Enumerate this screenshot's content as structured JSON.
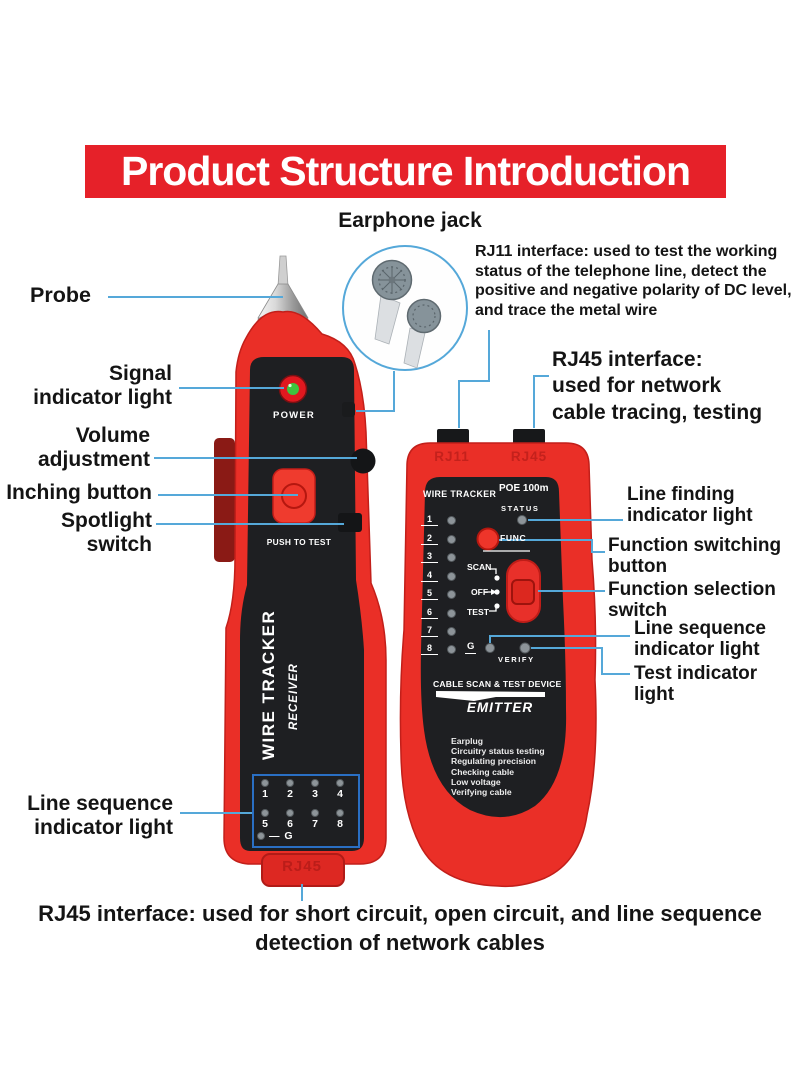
{
  "header": {
    "title": "Product Structure Introduction"
  },
  "labels": {
    "earphone_jack": "Earphone jack",
    "probe": "Probe",
    "signal_indicator": "Signal\nindicator light",
    "volume": "Volume\nadjustment",
    "inching": "Inching button",
    "spotlight": "Spotlight\nswitch",
    "rj11_info": "RJ11 interface: used to test the working\nstatus of the telephone line, detect the\npositive and negative polarity of DC level,\nand trace the metal wire",
    "rj45_info": "RJ45 interface:\nused for network\ncable tracing, testing",
    "line_finding": "Line finding\nindicator light",
    "function_switching": "Function switching\nbutton",
    "function_selection": "Function selection\nswitch",
    "line_sequence_right": "Line sequence\nindicator light",
    "test_indicator": "Test indicator light",
    "line_sequence_left": "Line sequence\nindicator light",
    "bottom_note": "RJ45 interface: used for short circuit, open circuit, and line sequence\ndetection of network cables"
  },
  "receiver": {
    "power": "POWER",
    "push_to_test": "PUSH TO TEST",
    "name": "WIRE TRACKER",
    "role": "RECEIVER",
    "grid": {
      "row1": [
        "1",
        "2",
        "3",
        "4"
      ],
      "row2": [
        "5",
        "6",
        "7",
        "8"
      ],
      "ground": "— G"
    },
    "port": "RJ45"
  },
  "emitter": {
    "ports": [
      "RJ11",
      "RJ45"
    ],
    "name": "WIRE TRACKER",
    "poe": "POE 100m",
    "status": "STATUS",
    "func": "FUNC",
    "modes": [
      "SCAN",
      "OFF",
      "TEST"
    ],
    "channels": [
      "1",
      "2",
      "3",
      "4",
      "5",
      "6",
      "7",
      "8"
    ],
    "ground": "G",
    "verify": "VERIFY",
    "device_line": "CABLE SCAN & TEST DEVICE",
    "role": "EMITTER",
    "features": [
      "Earplug",
      "Circuitry status testing",
      "Regulating precision",
      "Checking cable",
      "Low voltage",
      "Verifying cable"
    ]
  },
  "colors": {
    "banner_red": "#e62129",
    "device_red": "#ea2f27",
    "panel_black": "#1e1f22",
    "leader_blue": "#55a8d9",
    "grid_box_blue": "#2a6fc4",
    "led_gray": "#8d9499",
    "power_green": "#3ec43e"
  }
}
